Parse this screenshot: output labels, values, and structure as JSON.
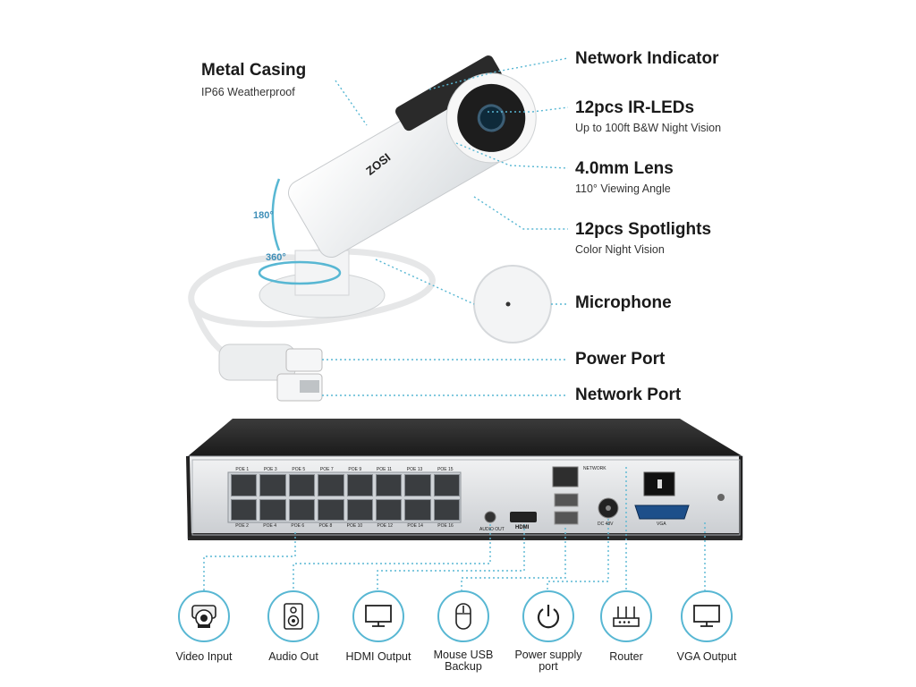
{
  "camera": {
    "brand": "ZOSI",
    "left_callout": {
      "title": "Metal Casing",
      "subtitle": "IP66 Weatherproof"
    },
    "angles": {
      "tilt": "180°",
      "pan": "360°"
    },
    "callouts": [
      {
        "title": "Network Indicator",
        "subtitle": ""
      },
      {
        "title": "12pcs IR-LEDs",
        "subtitle": "Up to 100ft B&W Night Vision"
      },
      {
        "title": "4.0mm Lens",
        "subtitle": "110° Viewing Angle"
      },
      {
        "title": "12pcs Spotlights",
        "subtitle": "Color Night Vision"
      },
      {
        "title": "Microphone",
        "subtitle": ""
      },
      {
        "title": "Power Port",
        "subtitle": ""
      },
      {
        "title": "Network Port",
        "subtitle": ""
      }
    ]
  },
  "nvr": {
    "poe_top": [
      "POE 1",
      "POE 3",
      "POE 5",
      "POE 7",
      "POE 9",
      "POE 11",
      "POE 13",
      "POE 15"
    ],
    "poe_bottom": [
      "POE 2",
      "POE 4",
      "POE 6",
      "POE 8",
      "POE 10",
      "POE 12",
      "POE 14",
      "POE 16"
    ],
    "audio_label": "AUDIO OUT",
    "hdmi_label": "HDMI",
    "network_label": "NETWORK",
    "dc_label": "DC 48V",
    "vga_label": "VGA"
  },
  "ports": [
    {
      "label": "Video Input",
      "icon": "camera-icon"
    },
    {
      "label": "Audio Out",
      "icon": "speaker-icon"
    },
    {
      "label": "HDMI Output",
      "icon": "monitor-icon"
    },
    {
      "label": "Mouse USB Backup",
      "icon": "mouse-icon"
    },
    {
      "label": "Power supply port",
      "icon": "power-icon"
    },
    {
      "label": "Router",
      "icon": "router-icon"
    },
    {
      "label": "VGA Output",
      "icon": "monitor-icon"
    }
  ],
  "accent_color": "#58b7d3"
}
